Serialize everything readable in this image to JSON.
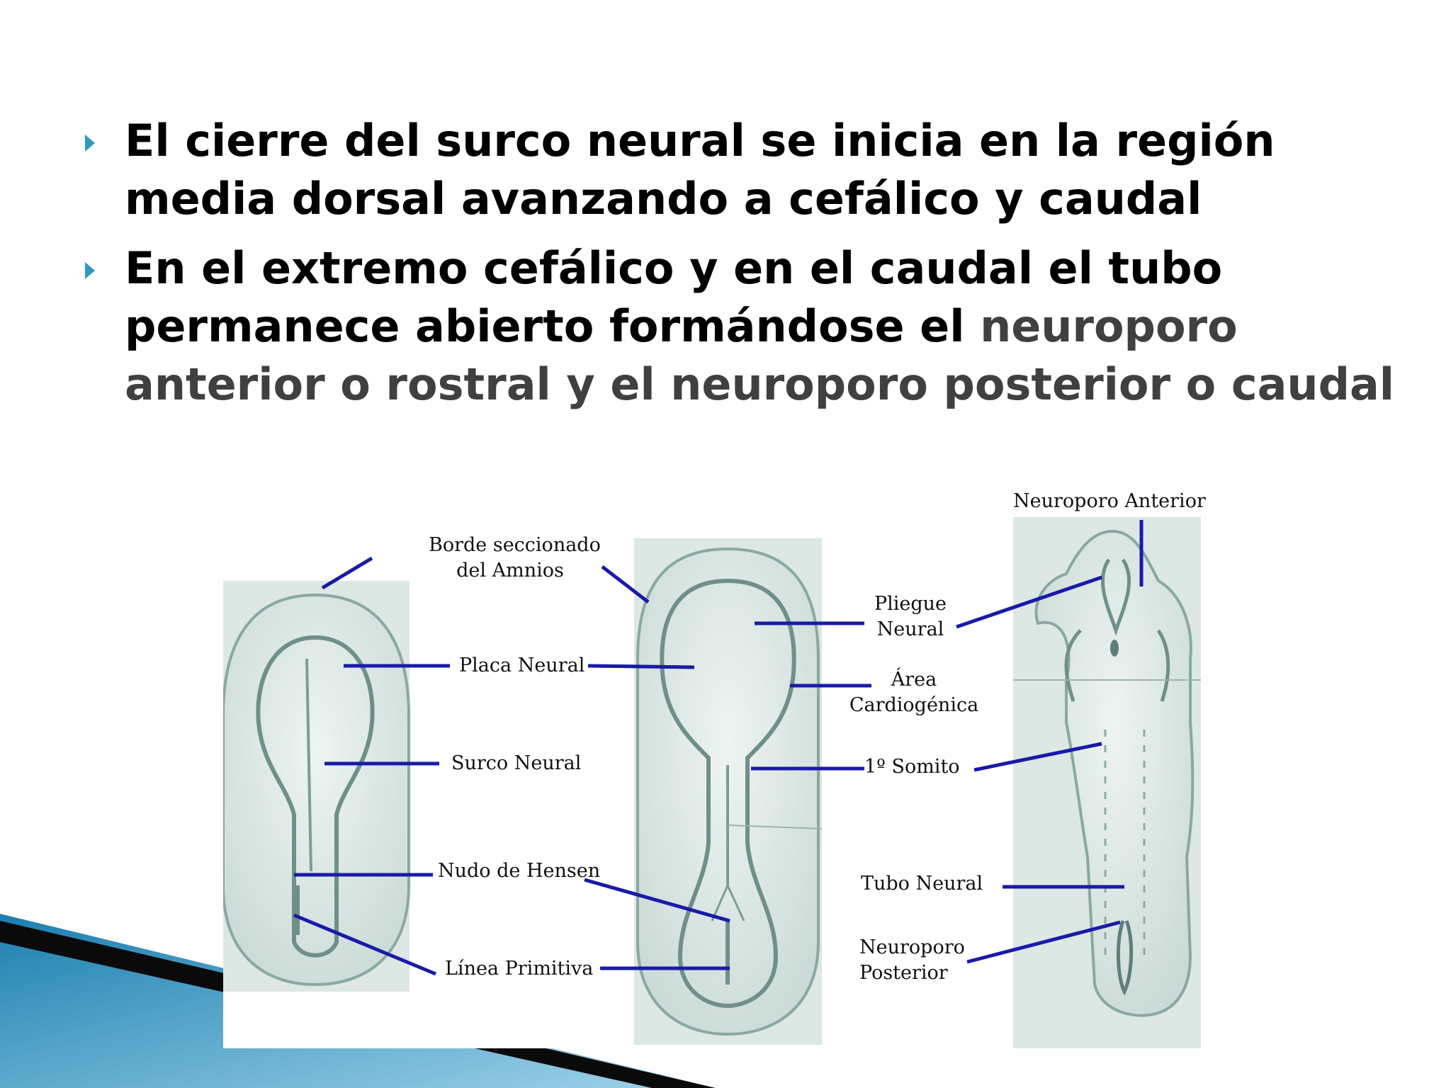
{
  "bullets": [
    {
      "text": "El cierre del surco neural se inicia en la región media dorsal avanzando a cefálico y caudal"
    },
    {
      "text_before": "En el extremo cefálico y en el caudal el tubo permanece abierto formándose el ",
      "highlight": "neuroporo anterior o rostral y el neuroporo posterior o caudal"
    }
  ],
  "colors": {
    "bullet": "#2e9bc2",
    "highlight": "#404040",
    "leader_line": "#1a1aa8",
    "embryo_bg": "#dde7e4"
  },
  "figure": {
    "labels": {
      "borde_l1": "Borde seccionado",
      "borde_l2": "del Amnios",
      "placa": "Placa Neural",
      "surco": "Surco Neural",
      "nudo": "Nudo de Hensen",
      "linea": "Línea Primitiva",
      "neuroporo_ant": "Neuroporo Anterior",
      "pliegue_l1": "Pliegue",
      "pliegue_l2": "Neural",
      "area_l1": "Área",
      "area_l2": "Cardiogénica",
      "somito": "1º Somito",
      "tubo": "Tubo Neural",
      "neuroporo_post_l1": "Neuroporo",
      "neuroporo_post_l2": "Posterior"
    }
  }
}
